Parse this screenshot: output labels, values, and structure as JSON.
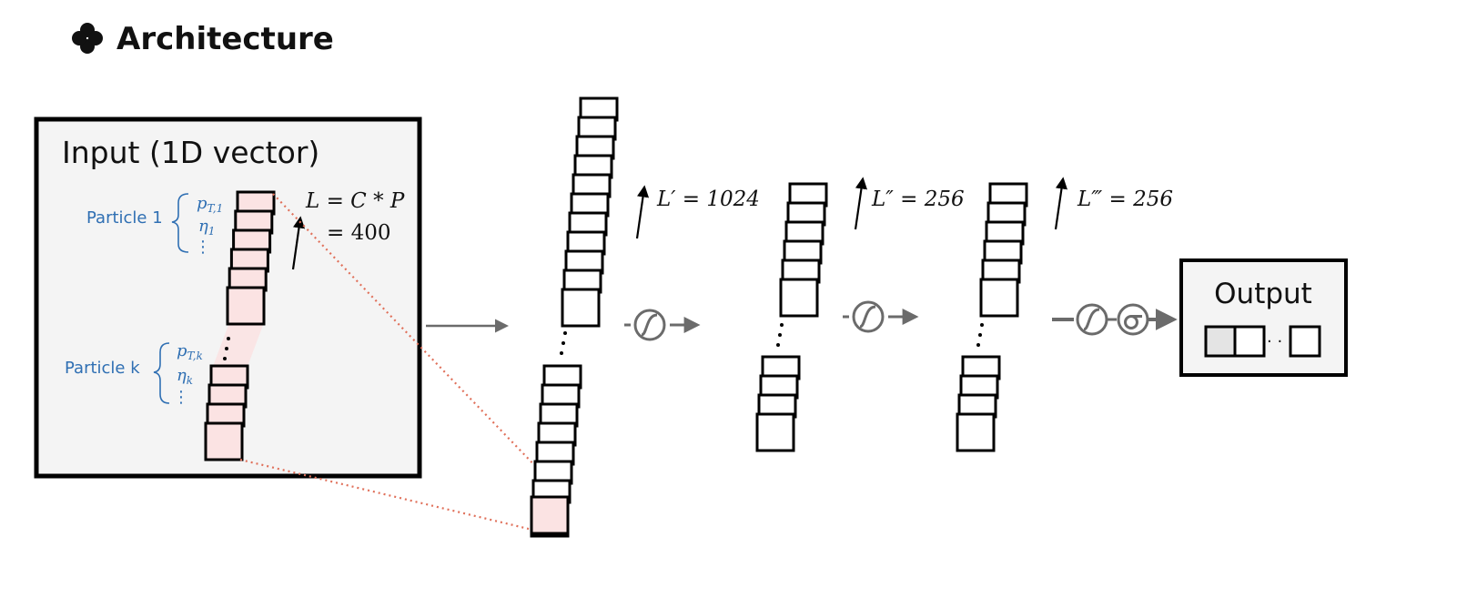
{
  "header": {
    "icon": "clover-icon",
    "title": "Architecture"
  },
  "input_panel": {
    "title": "Input (1D vector)",
    "particle_1": {
      "label": "Particle 1",
      "pt": "p",
      "pt_sub": "T,1",
      "eta": "η",
      "eta_sub": "1",
      "dots": "⋮"
    },
    "particle_k": {
      "label": "Particle k",
      "pt": "p",
      "pt_sub": "T,k",
      "eta": "η",
      "eta_sub": "k",
      "dots": "⋮"
    },
    "length_line1": "L = C * P",
    "length_line2": "= 400"
  },
  "layers": [
    {
      "label": "L′ = 1024"
    },
    {
      "label": "L″ = 256"
    },
    {
      "label": "L‴ = 256"
    }
  ],
  "output_panel": {
    "title": "Output",
    "dots": "· ·"
  },
  "colors": {
    "highlight_fill": "#fbe3e3",
    "connector": "#e0705a",
    "panel_bg": "#f4f4f4",
    "arrow_gray": "#6b6b6b",
    "particle_text": "#2f6fb3"
  }
}
